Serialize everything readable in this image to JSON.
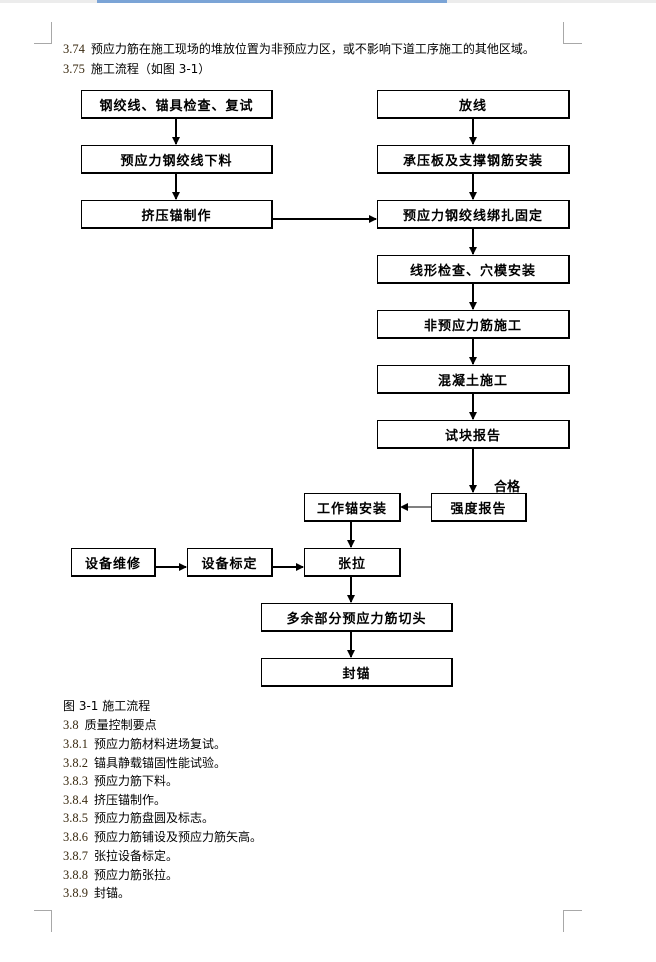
{
  "document": {
    "intro_lines": [
      {
        "num": "3.74",
        "text": "预应力筋在施工现场的堆放位置为非预应力区，或不影响下道工序施工的其他区域。"
      },
      {
        "num": "3.75",
        "text": "施工流程（如图 3-1）"
      }
    ],
    "flowchart": {
      "left_column": [
        "钢绞线、锚具检查、复试",
        "预应力钢绞线下料",
        "挤压锚制作"
      ],
      "right_column": [
        "放线",
        "承压板及支撑钢筋安装",
        "预应力钢绞线绑扎固定",
        "线形检查、穴模安装",
        "非预应力筋施工",
        "混凝土施工",
        "试块报告"
      ],
      "strength_report": "强度报告",
      "pass_label": "合格",
      "work_anchor": "工作锚安装",
      "equipment_repair": "设备维修",
      "equipment_calibration": "设备标定",
      "tensioning": "张拉",
      "cut_excess": "多余部分预应力筋切头",
      "seal_anchor": "封锚"
    },
    "figure_caption": "图 3-1  施工流程",
    "section": {
      "num": "3.8",
      "title": "质量控制要点"
    },
    "items": [
      {
        "num": "3.8.1",
        "text": "预应力筋材料进场复试。"
      },
      {
        "num": "3.8.2",
        "text": "锚具静载锚固性能试验。"
      },
      {
        "num": "3.8.3",
        "text": "预应力筋下料。"
      },
      {
        "num": "3.8.4",
        "text": "挤压锚制作。"
      },
      {
        "num": "3.8.5",
        "text": "预应力筋盘圆及标志。"
      },
      {
        "num": "3.8.6",
        "text": "预应力筋铺设及预应力筋矢高。"
      },
      {
        "num": "3.8.7",
        "text": "张拉设备标定。"
      },
      {
        "num": "3.8.8",
        "text": "预应力筋张拉。"
      },
      {
        "num": "3.8.9",
        "text": "封锚。"
      }
    ]
  }
}
